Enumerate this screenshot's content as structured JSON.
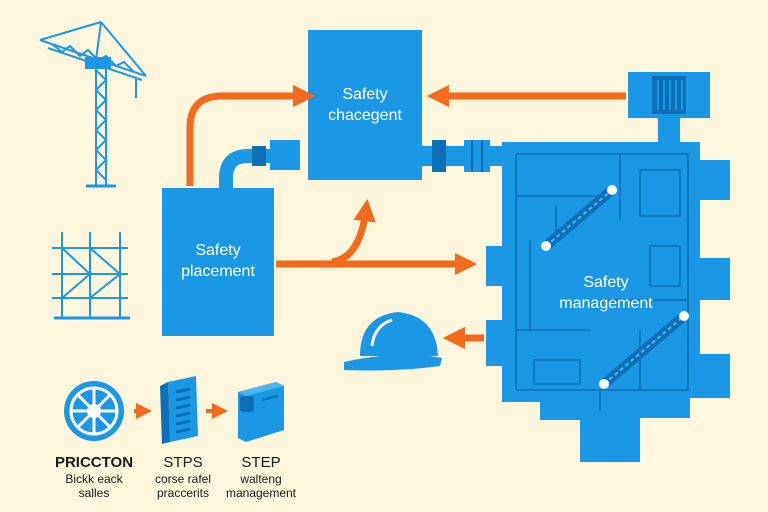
{
  "colors": {
    "background": "#fdf6dc",
    "primary_blue": "#1a98e6",
    "dark_blue": "#0d6fb8",
    "arrow_orange": "#f26a1b",
    "text_dark": "#1a1a1a"
  },
  "boxes": {
    "changement": {
      "line1": "Safety",
      "line2": "chacegent"
    },
    "placement": {
      "line1": "Safety",
      "line2": "placement"
    },
    "management": {
      "line1": "Safety",
      "line2": "management"
    }
  },
  "steps": [
    {
      "title": "PRICCTON",
      "sub1": "Bickk eack",
      "sub2": "salles",
      "icon": "wheel-icon"
    },
    {
      "title": "STPS",
      "sub1": "corse rafel",
      "sub2": "praccerits",
      "icon": "document-icon"
    },
    {
      "title": "STEP",
      "sub1": "walteng",
      "sub2": "management",
      "icon": "device-icon"
    }
  ],
  "icons": {
    "crane": "crane-icon",
    "scaffold": "scaffold-icon",
    "helmet": "hard-hat-icon",
    "vent": "vent-unit-icon"
  }
}
